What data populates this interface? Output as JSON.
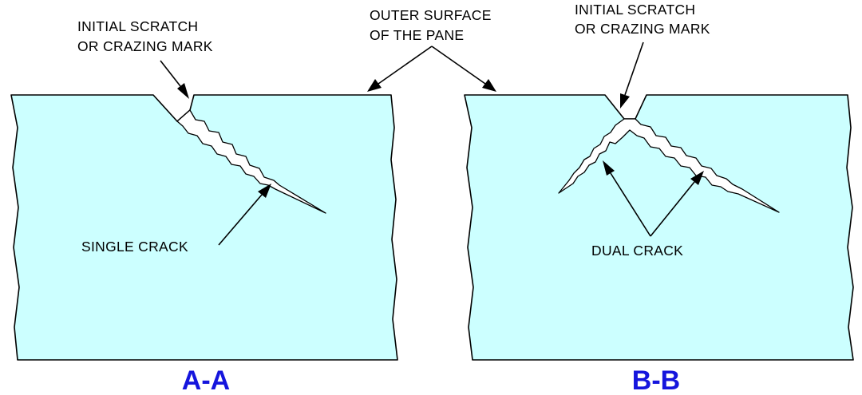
{
  "colors": {
    "pane_fill": "#ccffff",
    "outline": "#000000",
    "crack_fill": "#ffffff",
    "section_label": "#1515dd"
  },
  "callouts": {
    "left_scratch": [
      "INITIAL SCRATCH",
      "OR CRAZING MARK"
    ],
    "outer_surface": [
      "OUTER SURFACE",
      "OF THE PANE"
    ],
    "right_scratch": [
      "INITIAL SCRATCH",
      "OR CRAZING MARK"
    ],
    "single_crack": "SINGLE CRACK",
    "dual_crack": "DUAL CRACK"
  },
  "sections": {
    "left": "A-A",
    "right": "B-B"
  }
}
